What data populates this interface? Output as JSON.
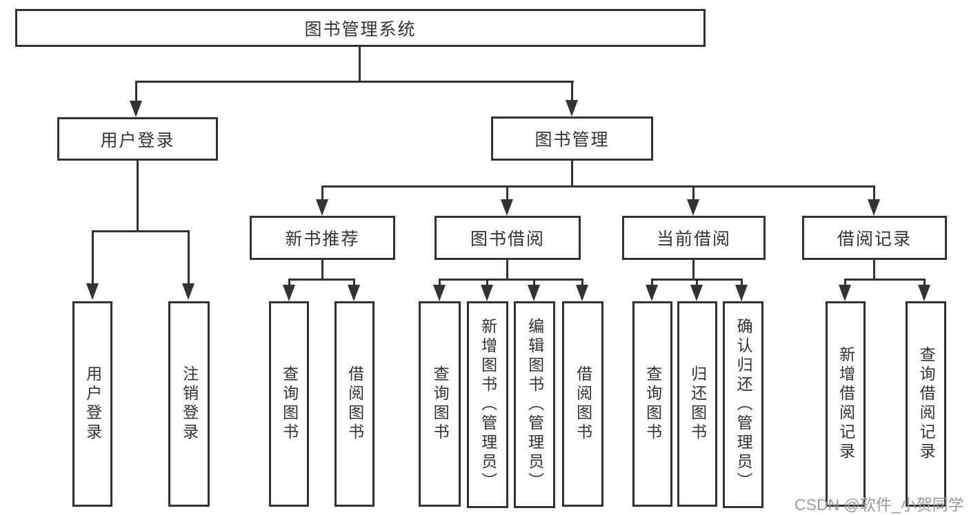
{
  "nodes": {
    "root": "图书管理系统",
    "user_login": "用户登录",
    "book_mgmt": "图书管理",
    "new_book_rec": "新书推荐",
    "book_borrow": "图书借阅",
    "current_borrow": "当前借阅",
    "borrow_records": "借阅记录",
    "leaves": {
      "user_login": "用户登录",
      "logout": "注销登录",
      "query_book_rec": "查询图书",
      "borrow_book_rec": "借阅图书",
      "query_book_borrow": "查询图书",
      "add_book_admin": "新增图书（管理员）",
      "edit_book_admin": "编辑图书（管理员）",
      "borrow_book_borrow": "借阅图书",
      "query_book_current": "查询图书",
      "return_book": "归还图书",
      "confirm_return_admin": "确认归还（管理员）",
      "add_borrow_record": "新增借阅记录",
      "query_borrow_record": "查询借阅记录"
    }
  },
  "watermark": "CSDN @软件_小贺同学",
  "colors": {
    "line": "#333333",
    "box_background": "#ffffff",
    "watermark_text": "#9b9b9b",
    "page_background": "#ffffff"
  }
}
